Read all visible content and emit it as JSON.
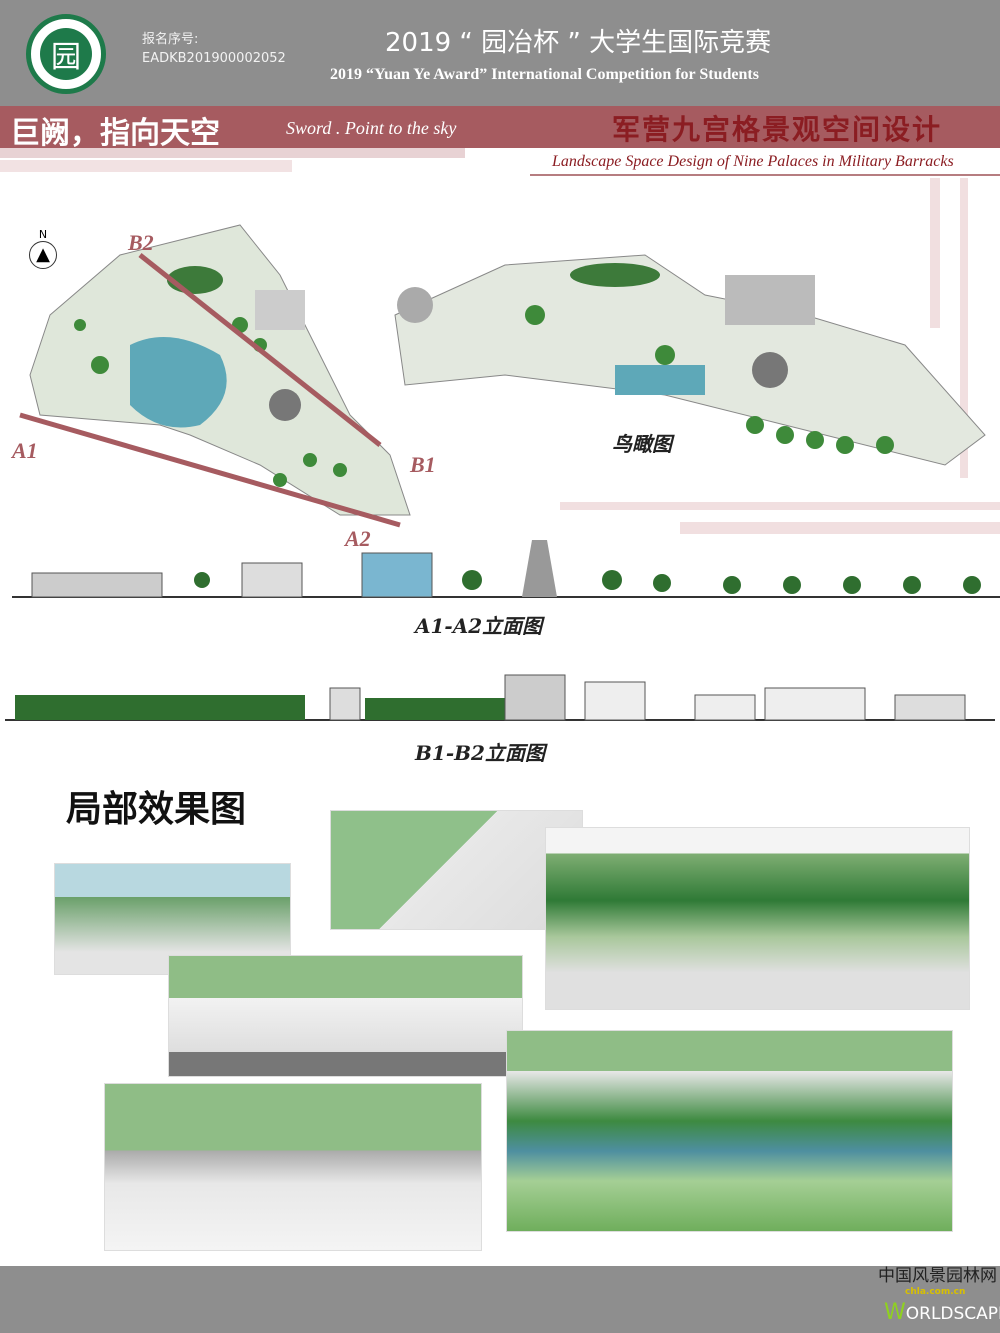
{
  "header": {
    "logo_text": "园",
    "registration_label": "报名序号:",
    "registration_number": "EADKB201900002052",
    "title_cn": "2019 “ 园冶杯 ” 大学生国际竞赛",
    "title_en": "2019 “Yuan Ye Award” International Competition for  Students"
  },
  "project": {
    "title_cn": "巨阙，指向天空",
    "title_en": "Sword . Point to the sky",
    "subtitle_cn": "军营九宫格景观空间设计",
    "subtitle_en": "Landscape Space Design of Nine Palaces in Military Barracks"
  },
  "plan": {
    "north": "N",
    "markers": [
      "B2",
      "A1",
      "B1",
      "A2"
    ],
    "aerial_label": "鸟瞰图"
  },
  "elevations": {
    "a_label": "A1-A2立面图",
    "b_label": "B1-B2立面图"
  },
  "renders": {
    "title": "局部效果图"
  },
  "footer": {
    "brand_cn": "中国风景园林网",
    "brand_url": "chla.com.cn",
    "brand_w": "W",
    "brand_rest": "ORLDSCAPE"
  },
  "colors": {
    "header_gray": "#8e8e8e",
    "band_red": "#a65b60",
    "title_red": "#8b1d22",
    "green": "#3e8a3a"
  }
}
